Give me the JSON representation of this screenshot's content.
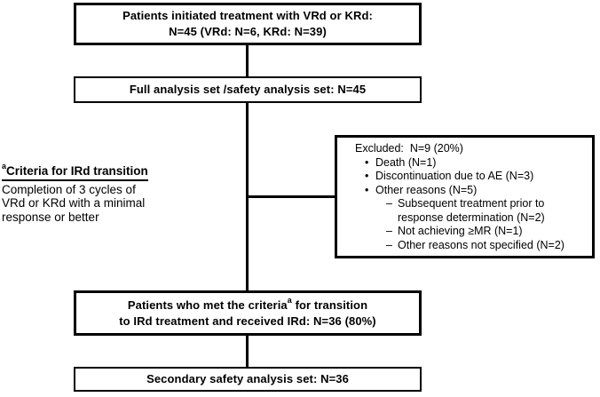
{
  "colors": {
    "ink": "#000000",
    "paper": "#ffffff"
  },
  "flowchart": {
    "box_initiated": {
      "line1": "Patients initiated treatment with VRd or KRd:",
      "line2": "N=45 (VRd: N=6, KRd: N=39)"
    },
    "box_full_analysis": {
      "label": "Full analysis set /safety analysis set: N=45"
    },
    "box_excluded": {
      "title": "Excluded:  N=9 (20%)",
      "bullet_glyph": "•",
      "dash_glyph": "–",
      "bullets": [
        "Death (N=1)",
        "Discontinuation due to AE (N=3)",
        "Other reasons (N=5)"
      ],
      "sub_items": [
        "Subsequent treatment prior to response determination (N=2)",
        "Not achieving ≥MR (N=1)",
        "Other reasons not specified (N=2)"
      ]
    },
    "note_criteria": {
      "superscript": "a",
      "heading": "Criteria for IRd transition",
      "body_lines": [
        "Completion of 3 cycles of",
        "VRd or KRd with a minimal",
        "response or better"
      ]
    },
    "box_transition": {
      "line1_pre": "Patients who met the criteria",
      "line1_sup": "a",
      "line1_post": " for transition",
      "line2": "to IRd treatment and received IRd: N=36 (80%)"
    },
    "box_secondary": {
      "label": "Secondary safety analysis set: N=36"
    }
  }
}
